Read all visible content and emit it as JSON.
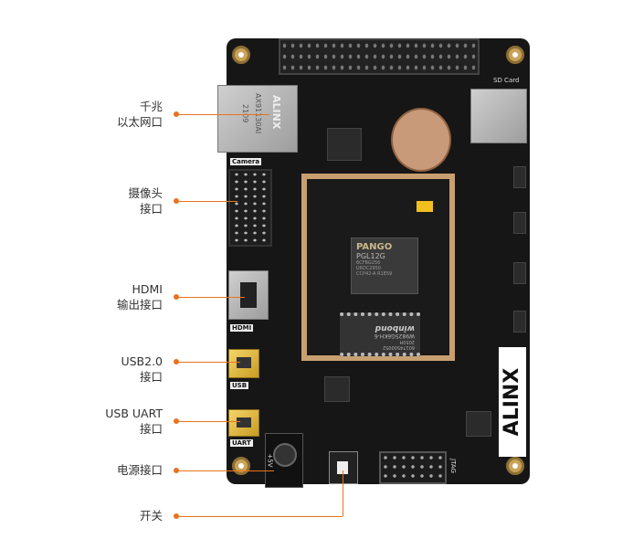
{
  "labels": {
    "ethernet": [
      "千兆",
      "以太网口"
    ],
    "camera": [
      "摄像头",
      "接口"
    ],
    "hdmi": [
      "HDMI",
      "输出接口"
    ],
    "usb": [
      "USB2.0",
      "接口"
    ],
    "uart": [
      "USB UART",
      "接口"
    ],
    "power": [
      "电源接口"
    ],
    "switch": [
      "开关"
    ]
  },
  "board": {
    "brand": "ALINX",
    "rj45_text": [
      "ALINX",
      "AX91130AI",
      "2109"
    ],
    "fpga": [
      "PANGO",
      "PGL12G",
      "6CFBG256",
      "U6DC2950",
      "CCP42-A R1E59"
    ],
    "memory": [
      "winbond",
      "W9825G6KH-6",
      "2050H",
      "60174S00052"
    ],
    "silk": {
      "camera": "Camera",
      "hdmi": "HDMI",
      "usb": "USB",
      "uart": "UART",
      "sd": "SD Card",
      "jtag": "JTAG",
      "power": "+5V"
    }
  },
  "colors": {
    "accent": "#e8731f",
    "board": "#161616",
    "gold": "#c89b22"
  }
}
